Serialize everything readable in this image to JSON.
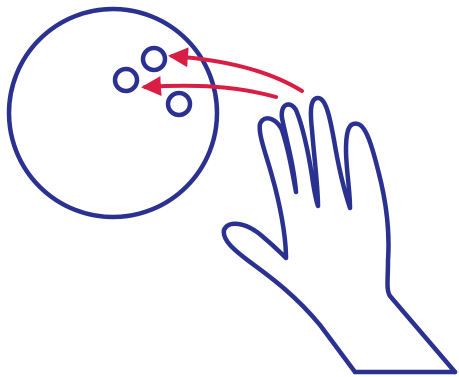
{
  "illustration": {
    "subject": "bowling-ball-grip",
    "colors": {
      "outline": "#2a3190",
      "arrow": "#d81e45",
      "background": "#ffffff"
    },
    "parts": {
      "ball": "bowling-ball",
      "finger_holes": [
        "thumb-hole",
        "middle-finger-hole",
        "ring-finger-hole"
      ],
      "hand": "right-hand",
      "arrows": [
        "middle-finger-arrow",
        "ring-finger-arrow"
      ]
    }
  }
}
